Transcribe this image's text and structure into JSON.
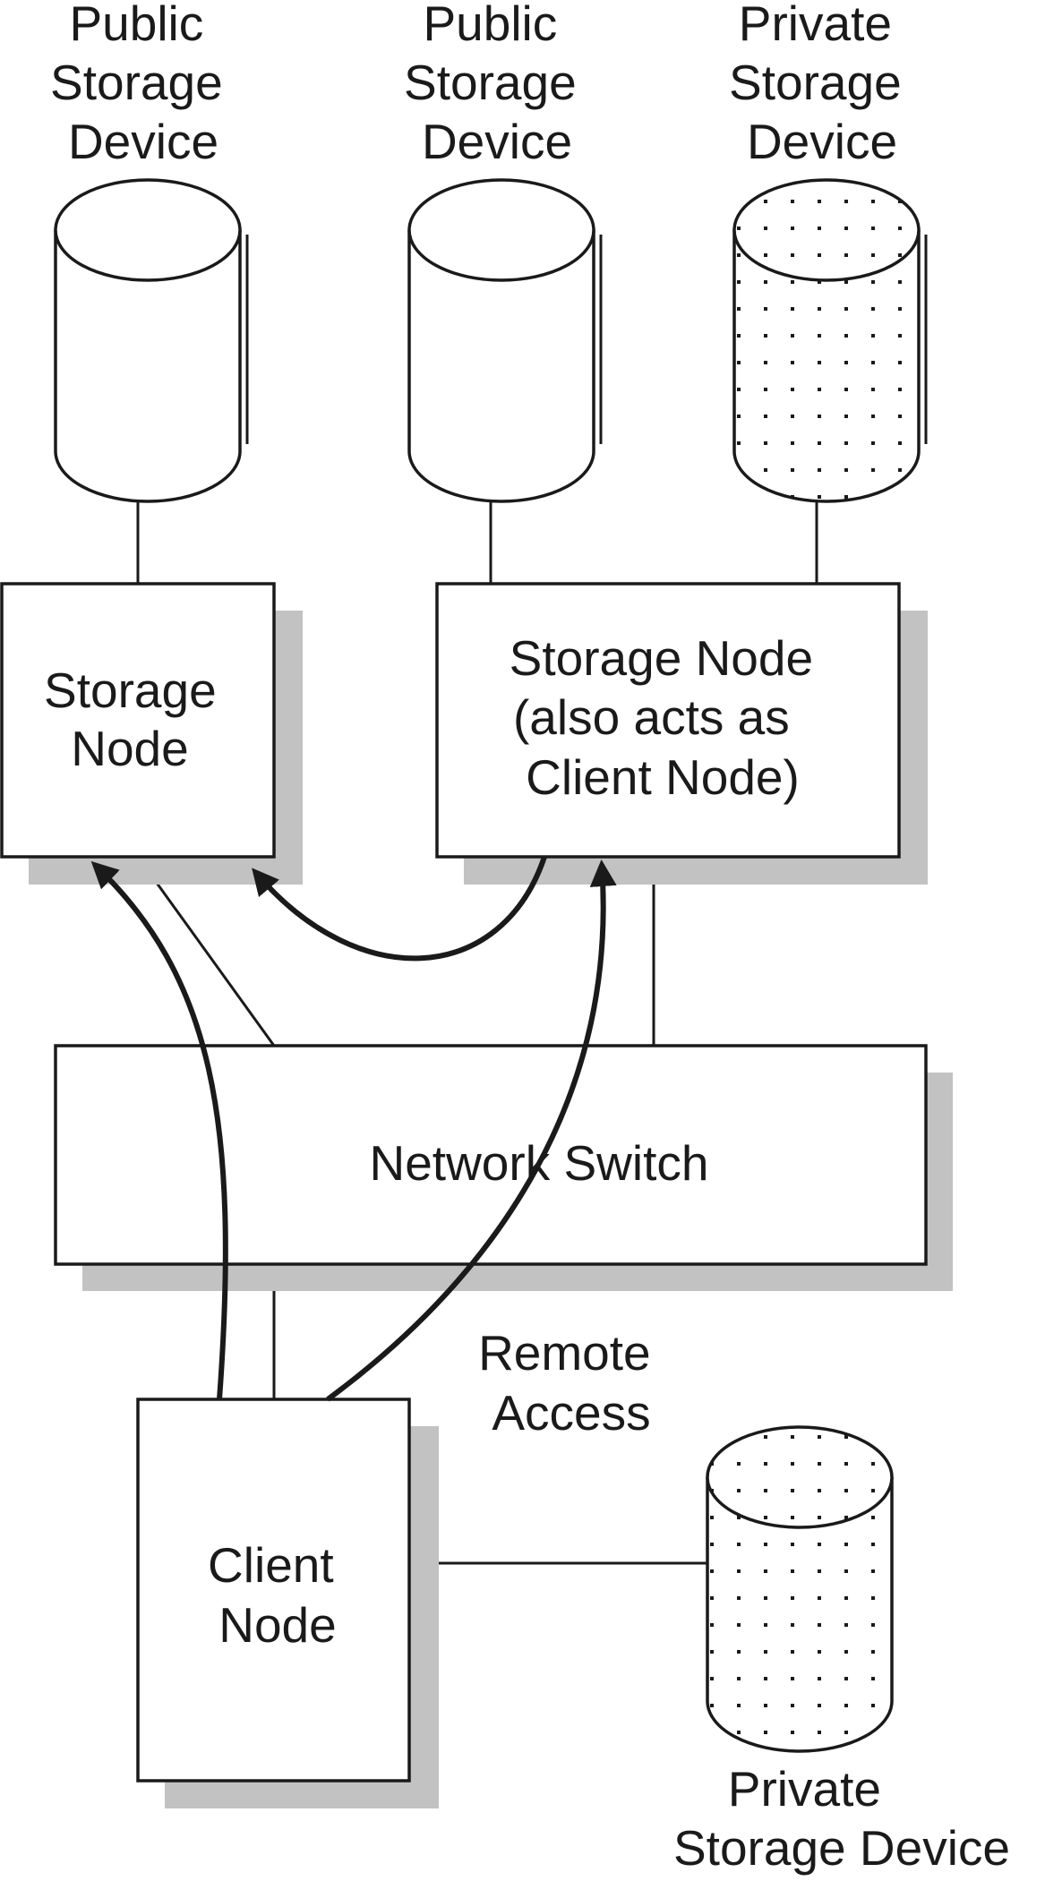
{
  "devices": {
    "public_1": [
      "Public",
      "Storage",
      "Device"
    ],
    "public_2": [
      "Public",
      "Storage",
      "Device"
    ],
    "private_top": [
      "Private",
      "Storage",
      "Device"
    ],
    "private_bottom": [
      "Private",
      "Storage Device"
    ]
  },
  "nodes": {
    "storage_node": [
      "Storage",
      "Node"
    ],
    "storage_client_node": [
      "Storage Node",
      "(also acts as",
      "Client Node)"
    ],
    "network_switch": "Network Switch",
    "client_node": [
      "Client",
      "Node"
    ]
  },
  "remote_access": [
    "Remote",
    "Access"
  ],
  "colors": {
    "line": "#1a1a1a",
    "shadow": "#c2c2c2",
    "fill": "#ffffff"
  }
}
